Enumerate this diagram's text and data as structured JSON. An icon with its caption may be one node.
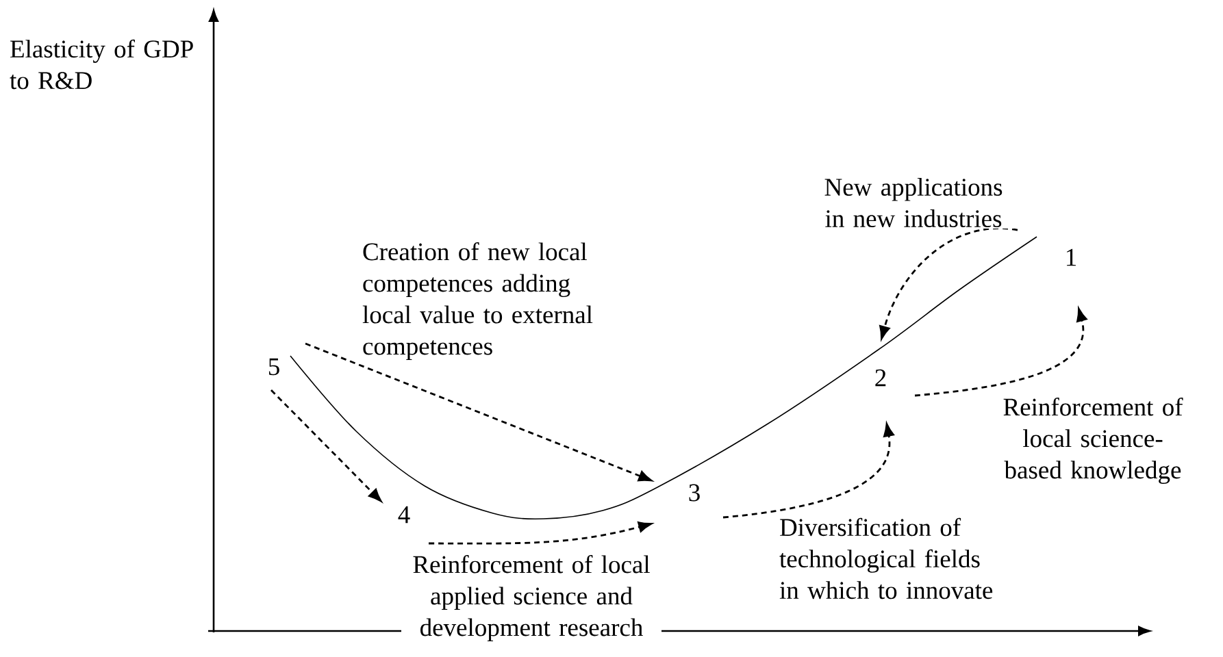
{
  "diagram": {
    "nodes": [
      {
        "text": [
          "1"
        ]
      },
      {
        "text": [
          "2"
        ]
      },
      {
        "text": [
          "3"
        ]
      },
      {
        "text": [
          "4"
        ]
      },
      {
        "text": [
          "5"
        ]
      }
    ],
    "edges": [
      {
        "from": 4,
        "to": 3,
        "arrow": "to",
        "style": "dashed"
      },
      {
        "from": 4,
        "to": 2,
        "arrow": "to",
        "style": "dashed",
        "label": "Creation of new local competences adding local value to external competences"
      },
      {
        "from": 3,
        "to": 2,
        "arrow": "to",
        "style": "dashed",
        "label": "Reinforcement of local applied science and development research"
      },
      {
        "from": 2,
        "to": 1,
        "arrow": "to",
        "style": "dashed",
        "label": "Diversification of technological fields in which to innovate"
      },
      {
        "from": 1,
        "to": 0,
        "arrow": "to",
        "style": "dashed",
        "label": "Reinforcement of local science-based knowledge"
      },
      {
        "from": 0,
        "to": 1,
        "arrow": "to",
        "style": "dashed",
        "label": "New applications in new industries"
      }
    ],
    "labels": [
      "Elasticity of GDP to R&D"
    ]
  }
}
